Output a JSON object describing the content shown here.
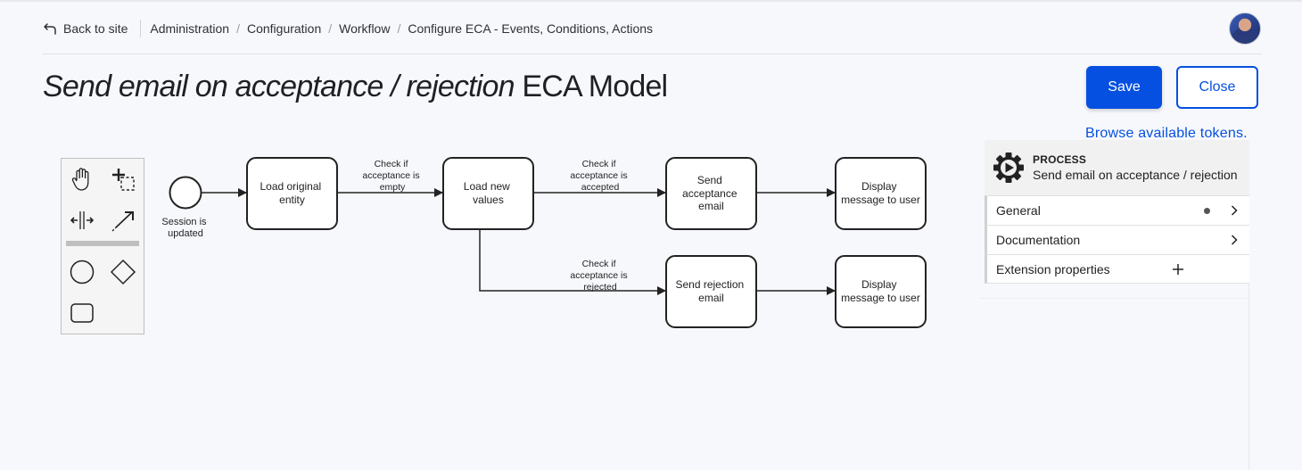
{
  "breadcrumb": {
    "back_label": "Back to site",
    "items": [
      "Administration",
      "Configuration",
      "Workflow",
      "Configure ECA - Events, Conditions, Actions"
    ]
  },
  "page": {
    "title_italic": "Send email on acceptance / rejection",
    "title_rest": "ECA Model"
  },
  "actions": {
    "save_label": "Save",
    "close_label": "Close"
  },
  "tokens_link": "Browse available tokens.",
  "diagram": {
    "start_event_label": [
      "Session is",
      "updated"
    ],
    "tasks": {
      "load_original": [
        "Load original",
        "entity"
      ],
      "load_new": [
        "Load new",
        "values"
      ],
      "send_acceptance": [
        "Send",
        "acceptance",
        "email"
      ],
      "display_1": [
        "Display",
        "message to user"
      ],
      "send_rejection": [
        "Send rejection",
        "email"
      ],
      "display_2": [
        "Display",
        "message to user"
      ]
    },
    "conditions": {
      "empty": [
        "Check if",
        "acceptance is",
        "empty"
      ],
      "accepted": [
        "Check if",
        "acceptance is",
        "accepted"
      ],
      "rejected": [
        "Check if",
        "acceptance is",
        "rejected"
      ]
    }
  },
  "panel": {
    "type": "PROCESS",
    "name": "Send email on acceptance / rejection",
    "groups": [
      {
        "label": "General"
      },
      {
        "label": "Documentation"
      },
      {
        "label": "Extension properties"
      }
    ]
  },
  "colors": {
    "accent": "#0550e0",
    "text": "#232429",
    "bg": "#f7f8fc"
  }
}
